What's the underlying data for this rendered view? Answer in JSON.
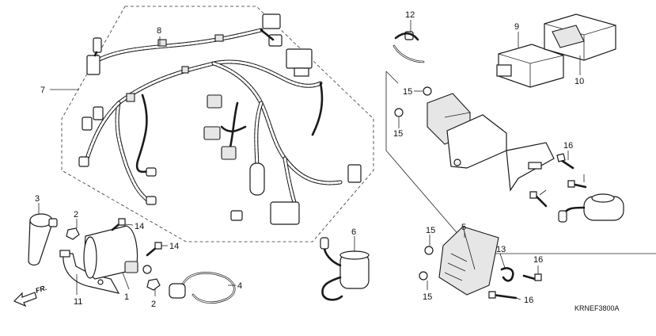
{
  "diagram": {
    "code": "KRNEF3800A",
    "direction_label": "FR.",
    "callouts": {
      "c1": "1",
      "c2a": "2",
      "c2b": "2",
      "c3": "3",
      "c4": "4",
      "c5": "5",
      "c6": "6",
      "c7": "7",
      "c8": "8",
      "c9": "9",
      "c10": "10",
      "c11": "11",
      "c12": "12",
      "c13": "13",
      "c14a": "14",
      "c14b": "14",
      "c15a": "15",
      "c15b": "15",
      "c15c": "15",
      "c15d": "15",
      "c16a": "16",
      "c16b": "16",
      "c16c": "16"
    }
  }
}
